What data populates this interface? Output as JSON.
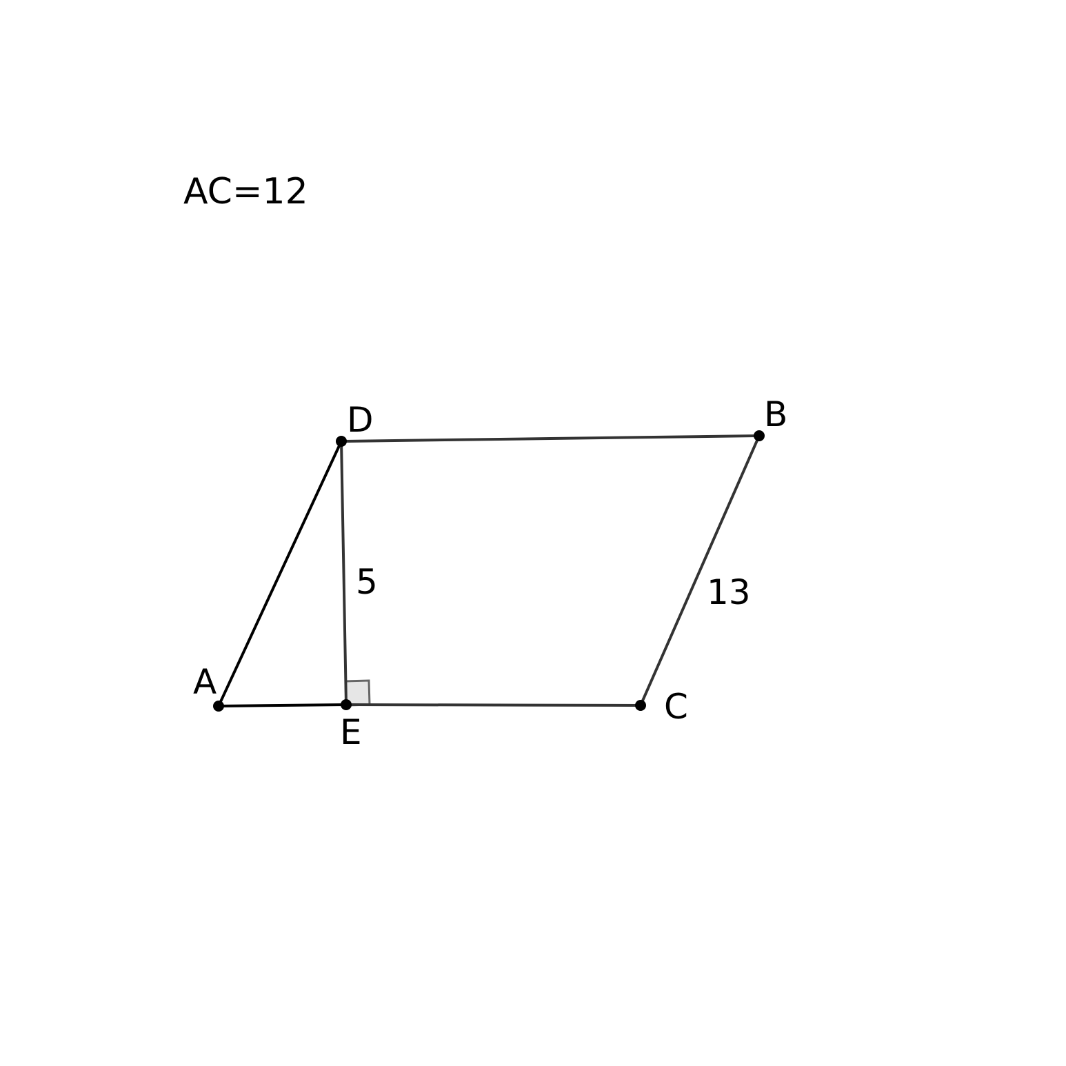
{
  "given": "AC=12",
  "points": {
    "A": "A",
    "B": "B",
    "C": "C",
    "D": "D",
    "E": "E"
  },
  "measures": {
    "DE": "5",
    "BC": "13"
  },
  "right_angle_at": "E",
  "colors": {
    "line_dark": "#000000",
    "line_gray": "#333333",
    "point": "#000000",
    "right_angle_fill": "#e6e6e6",
    "right_angle_stroke": "#666666",
    "text": "#000000"
  }
}
